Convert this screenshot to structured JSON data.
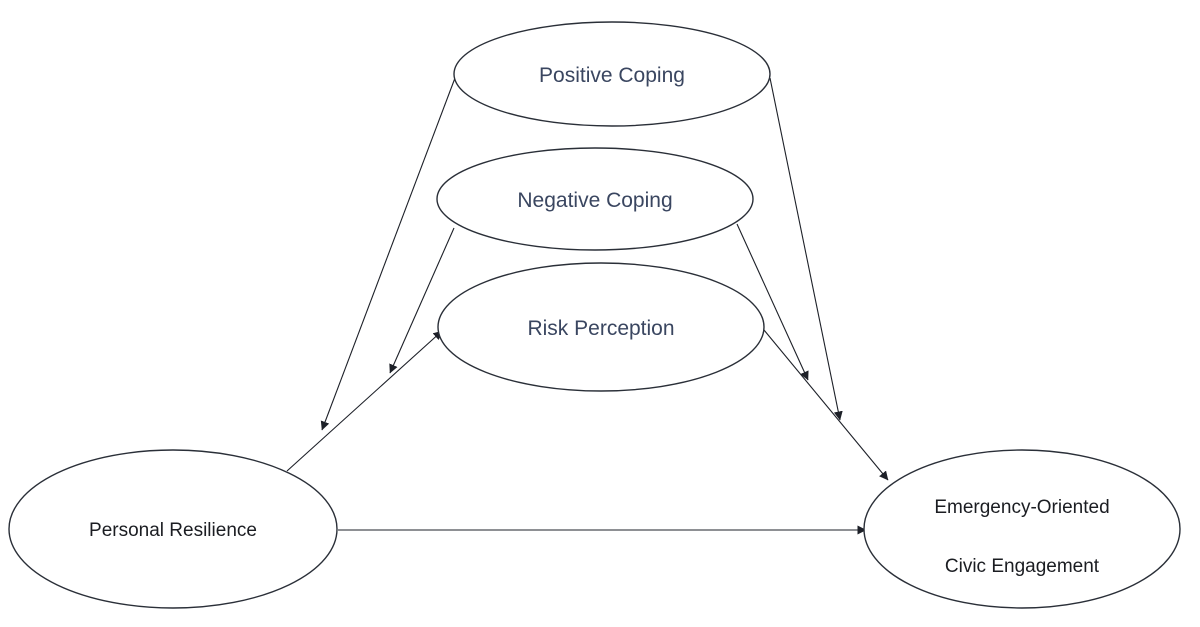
{
  "diagram": {
    "nodes": {
      "positive_coping": {
        "label": "Positive Coping"
      },
      "negative_coping": {
        "label": "Negative Coping"
      },
      "risk_perception": {
        "label": "Risk Perception"
      },
      "personal_resilience": {
        "label": "Personal Resilience"
      },
      "emergency_civic": {
        "label_line1": "Emergency-Oriented",
        "label_line2": "Civic Engagement"
      }
    },
    "edges": [
      {
        "from": "Positive Coping",
        "to": "Personal Resilience"
      },
      {
        "from": "Positive Coping",
        "to": "Emergency-Oriented Civic Engagement"
      },
      {
        "from": "Negative Coping",
        "to": "Personal Resilience"
      },
      {
        "from": "Negative Coping",
        "to": "Emergency-Oriented Civic Engagement"
      },
      {
        "from": "Personal Resilience",
        "to": "Risk Perception"
      },
      {
        "from": "Risk Perception",
        "to": "Emergency-Oriented Civic Engagement"
      },
      {
        "from": "Personal Resilience",
        "to": "Emergency-Oriented Civic Engagement"
      }
    ],
    "colors": {
      "node_border": "#2a2f38",
      "edge": "#1d2028",
      "top_label_text": "#3a4660",
      "side_label_text": "#1b1d22",
      "background": "#ffffff"
    }
  }
}
